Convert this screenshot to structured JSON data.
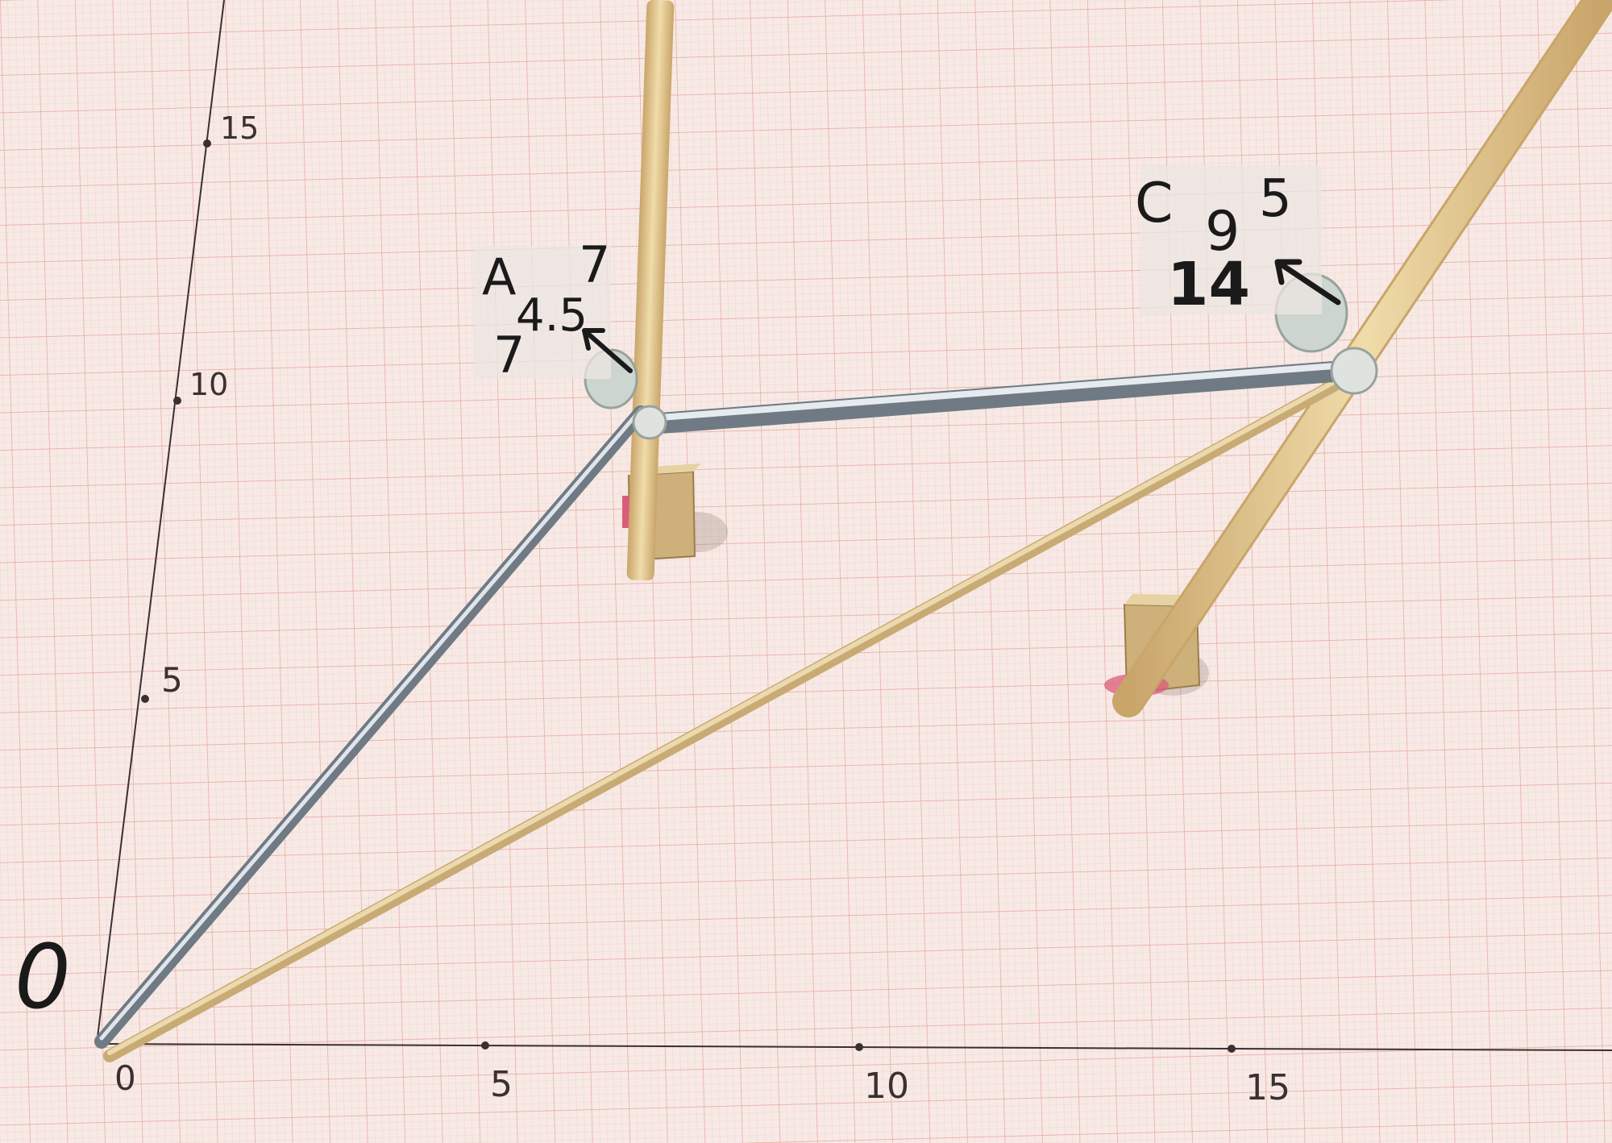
{
  "origin_label": "0",
  "axis_ticks": {
    "x": [
      "0",
      "5",
      "10",
      "15"
    ],
    "y": [
      "5",
      "10",
      "15"
    ]
  },
  "point_a": {
    "name": "A",
    "line1": "7",
    "line2": "4.5",
    "line3": "7"
  },
  "point_c": {
    "name": "C",
    "line1": "9",
    "line2": "5",
    "line3": "14"
  },
  "colors": {
    "paper": "#f7e9e5",
    "grid_fine": "#efc9c0",
    "grid_major": "#e49c8c",
    "steel_rod": "#9aa3ab",
    "wood_stick": "#e3c78f",
    "marker_ink": "#1a1a1a"
  }
}
